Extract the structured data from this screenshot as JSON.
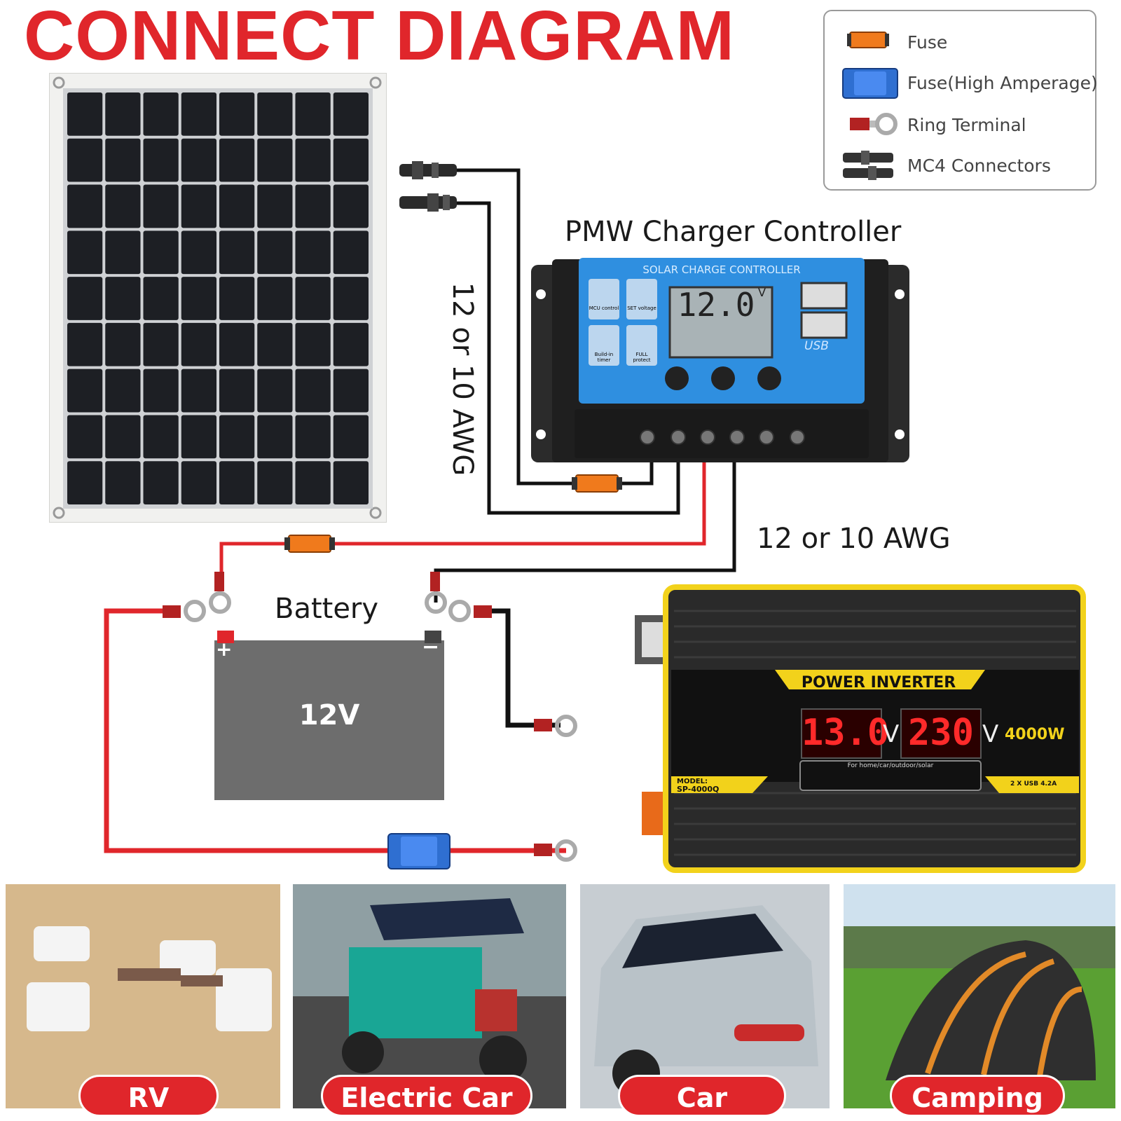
{
  "title": "CONNECT DIAGRAM",
  "legend": {
    "items": [
      {
        "label": "Fuse",
        "icon": "fuse-orange-icon"
      },
      {
        "label": "Fuse(High Amperage)",
        "icon": "fuse-blue-icon"
      },
      {
        "label": "Ring Terminal",
        "icon": "ring-terminal-icon"
      },
      {
        "label": "MC4 Connectors",
        "icon": "mc4-connector-icon"
      }
    ]
  },
  "controller": {
    "heading": "PMW Charger Controller",
    "panel_title": "SOLAR CHARGE CONTROLLER",
    "display_value": "12.0",
    "display_unit": "V",
    "usb_label": "USB",
    "buttons": [
      "MCU control",
      "SET voltage",
      "Build-in timer",
      "FULL protect"
    ]
  },
  "wire_labels": {
    "panel_to_controller": "12 or 10 AWG",
    "controller_to_inverter": "12 or 10 AWG"
  },
  "battery": {
    "label": "Battery",
    "voltage": "12V",
    "positive": "+",
    "negative": "−"
  },
  "inverter": {
    "title": "POWER INVERTER",
    "input_display": "13.0",
    "input_unit": "V",
    "output_display": "230",
    "output_unit": "V",
    "power": "4000W",
    "model_label": "MODEL:",
    "model": "SP-4000Q",
    "usage_text": "For home/car/outdoor/solar",
    "usb_text": "2 X USB 4.2A"
  },
  "applications": [
    {
      "label": "RV"
    },
    {
      "label": "Electric Car"
    },
    {
      "label": "Car"
    },
    {
      "label": "Camping"
    }
  ],
  "colors": {
    "title_red": "#e0262b",
    "wire_red": "#e0262b",
    "wire_black": "#111111",
    "fuse_orange": "#f07a1c",
    "fuse_blue": "#2f6fd1",
    "controller_blue": "#2f8fe0",
    "inverter_yellow": "#f2d21b"
  }
}
